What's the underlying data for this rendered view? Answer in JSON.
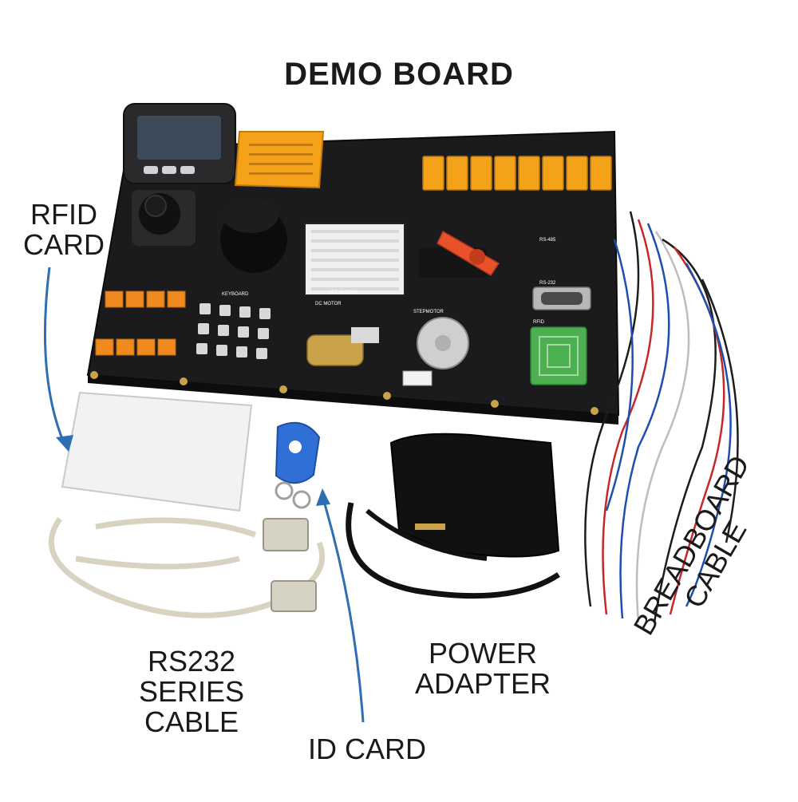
{
  "title": "DEMO BOARD",
  "labels": {
    "rfid_card_line1": "RFID",
    "rfid_card_line2": "CARD",
    "rs232_line1": "RS232",
    "rs232_line2": "SERIES CABLE",
    "power_line1": "POWER",
    "power_line2": "ADAPTER",
    "id_card": "ID CARD",
    "breadboard_line1": "BREADBOARD",
    "breadboard_line2": "CABLE"
  },
  "colors": {
    "board": "#1b1b1d",
    "accent_orange": "#f08a1e",
    "relay_orange": "#f5a21b",
    "arrow_blue": "#2d6fb2",
    "tag_blue": "#2f6fd6",
    "rfid_green": "#4caf50"
  }
}
